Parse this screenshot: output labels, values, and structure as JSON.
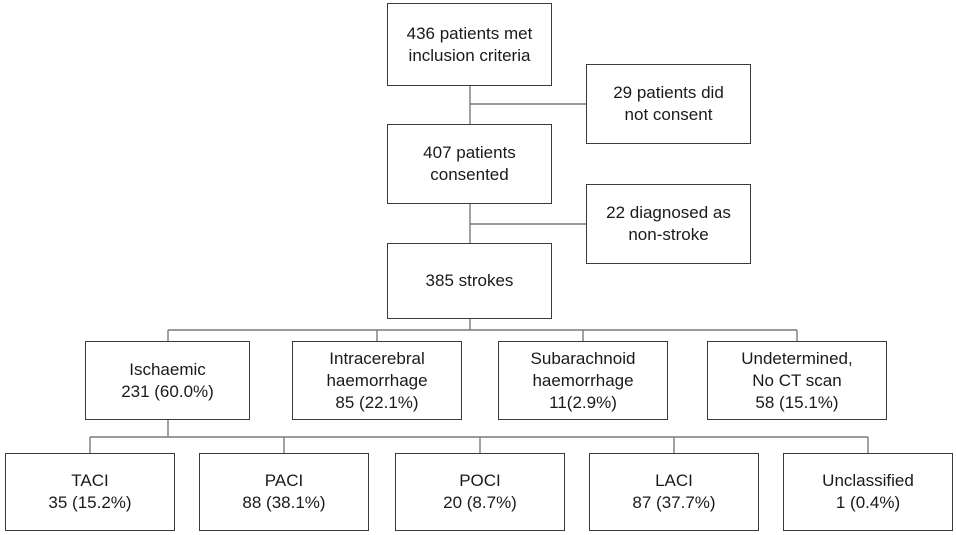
{
  "flowchart": {
    "inclusion": [
      "436 patients met",
      "inclusion criteria"
    ],
    "not_consent": [
      "29 patients did",
      "not consent"
    ],
    "consented": [
      "407 patients",
      "consented"
    ],
    "non_stroke": [
      "22 diagnosed as",
      "non-stroke"
    ],
    "strokes": [
      "385 strokes"
    ],
    "subtypes": [
      [
        "Ischaemic",
        "231 (60.0%)"
      ],
      [
        "Intracerebral",
        "haemorrhage",
        "85 (22.1%)"
      ],
      [
        "Subarachnoid",
        "haemorrhage",
        "11(2.9%)"
      ],
      [
        "Undetermined,",
        "No CT scan",
        "58 (15.1%)"
      ]
    ],
    "ischaemic_classes": [
      [
        "TACI",
        "35 (15.2%)"
      ],
      [
        "PACI",
        "88 (38.1%)"
      ],
      [
        "POCI",
        "20 (8.7%)"
      ],
      [
        "LACI",
        "87 (37.7%)"
      ],
      [
        "Unclassified",
        "1 (0.4%)"
      ]
    ]
  }
}
